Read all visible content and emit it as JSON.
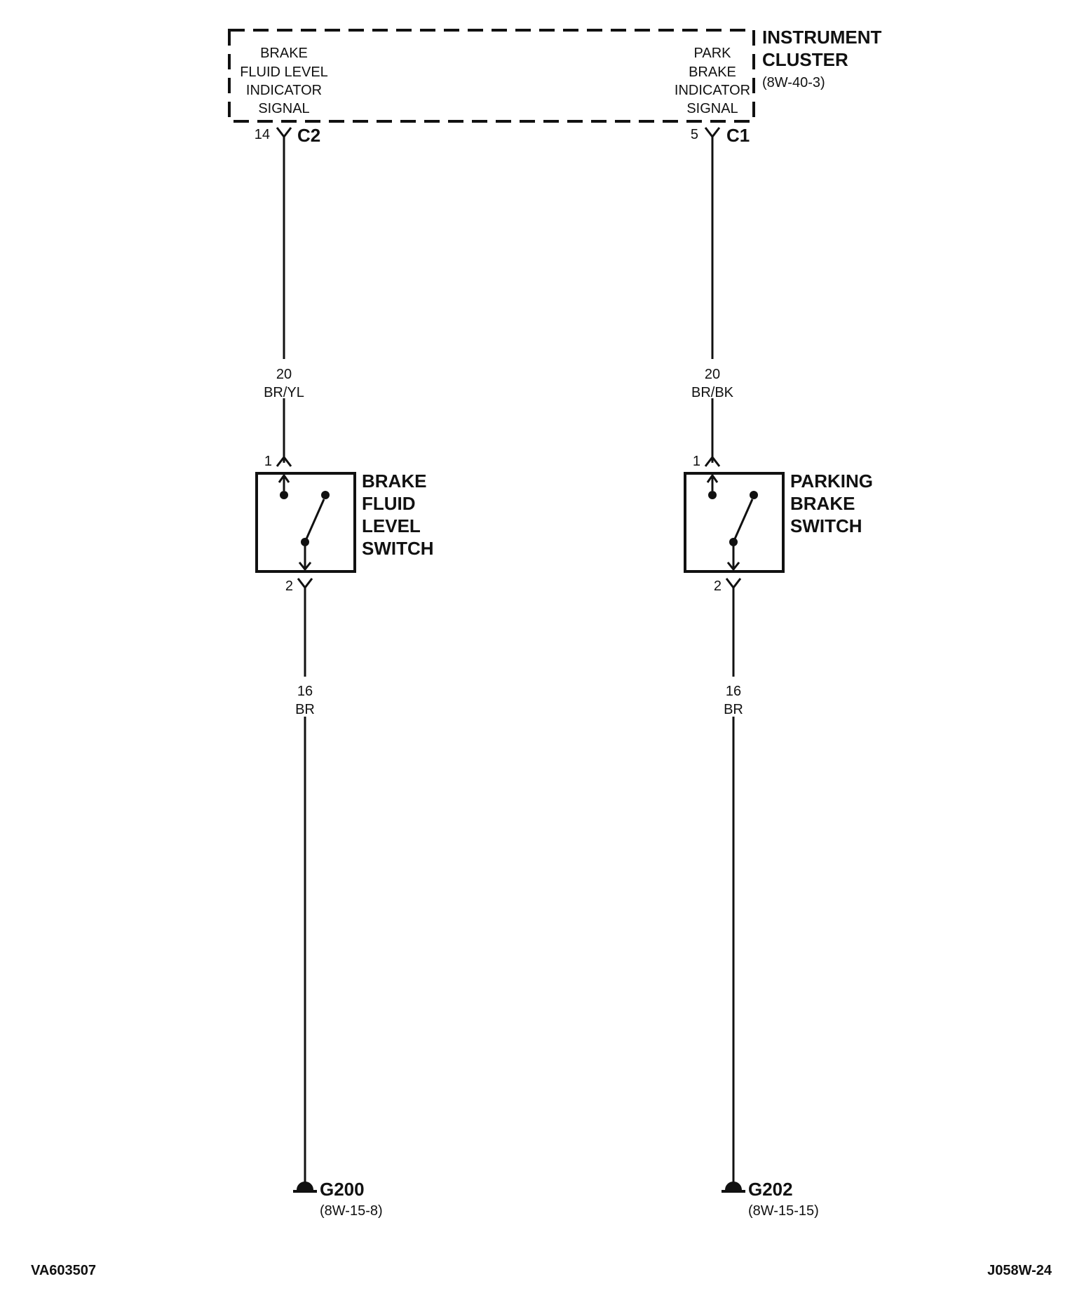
{
  "cluster": {
    "title": "INSTRUMENT CLUSTER",
    "title_line1": "INSTRUMENT",
    "title_line2": "CLUSTER",
    "ref": "(8W-40-3)",
    "left_signal": [
      "BRAKE",
      "FLUID LEVEL",
      "INDICATOR",
      "SIGNAL"
    ],
    "right_signal": [
      "PARK",
      "BRAKE",
      "INDICATOR",
      "SIGNAL"
    ],
    "left_pin": "14",
    "left_connector": "C2",
    "right_pin": "5",
    "right_connector": "C1"
  },
  "wires": {
    "left_upper": {
      "gauge": "20",
      "color": "BR/YL"
    },
    "right_upper": {
      "gauge": "20",
      "color": "BR/BK"
    },
    "left_lower": {
      "gauge": "16",
      "color": "BR"
    },
    "right_lower": {
      "gauge": "16",
      "color": "BR"
    }
  },
  "switches": {
    "left": {
      "label": [
        "BRAKE",
        "FLUID",
        "LEVEL",
        "SWITCH"
      ],
      "pin_top": "1",
      "pin_bottom": "2"
    },
    "right": {
      "label": [
        "PARKING",
        "BRAKE",
        "SWITCH"
      ],
      "pin_top": "1",
      "pin_bottom": "2"
    }
  },
  "grounds": {
    "left": {
      "id": "G200",
      "ref": "(8W-15-8)"
    },
    "right": {
      "id": "G202",
      "ref": "(8W-15-15)"
    }
  },
  "footer": {
    "left_code": "VA603507",
    "right_code": "J058W-24"
  }
}
